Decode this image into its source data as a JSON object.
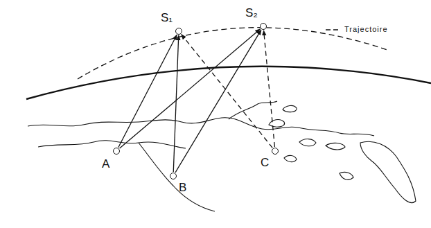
{
  "diagram": {
    "nodes": [
      {
        "text": [
          "S₁"
        ]
      },
      {
        "text": [
          "S₂"
        ]
      },
      {
        "text": [
          "A"
        ]
      },
      {
        "text": [
          "B"
        ]
      },
      {
        "text": [
          "C"
        ]
      }
    ],
    "edges": [
      {
        "from": 2,
        "to": 0,
        "arrow": "to"
      },
      {
        "from": 2,
        "to": 1,
        "arrow": "to"
      },
      {
        "from": 3,
        "to": 0,
        "arrow": "to"
      },
      {
        "from": 3,
        "to": 1,
        "arrow": "to"
      },
      {
        "from": 4,
        "to": 0,
        "arrow": "to"
      },
      {
        "from": 4,
        "to": 1,
        "arrow": "to"
      }
    ],
    "labels": [
      "Trajectoire"
    ]
  }
}
